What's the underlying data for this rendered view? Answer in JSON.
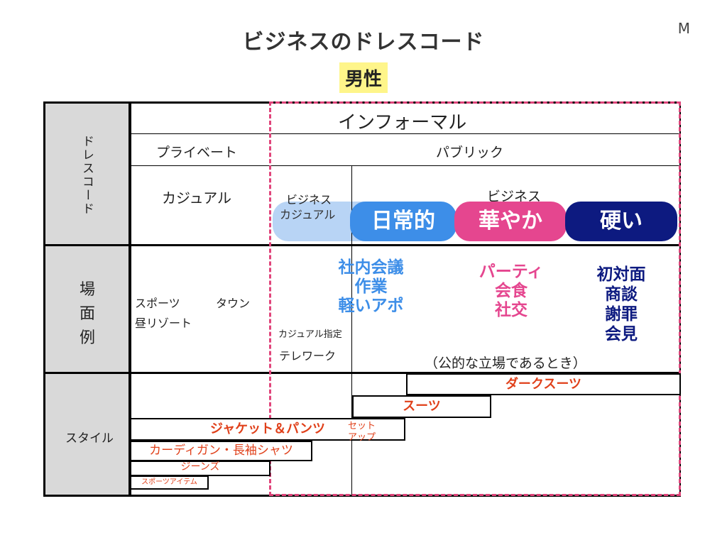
{
  "title": "ビジネスのドレスコード",
  "corner_label": "M",
  "subtitle": "男性",
  "row_headers": {
    "dresscode": "ドレスコード",
    "scene_1": "場",
    "scene_2": "面",
    "scene_3": "例",
    "style": "スタイル"
  },
  "informal": "インフォーマル",
  "private": "プライベート",
  "public": "パブリック",
  "casual": "カジュアル",
  "biz_casual_1": "ビジネス",
  "biz_casual_2": "カジュアル",
  "business": "ビジネス",
  "pills": {
    "daily": "日常的",
    "gorgeous": "華やか",
    "formal": "硬い"
  },
  "scenes": {
    "private_1": "スポーツ",
    "private_2": "タウン",
    "private_3": "昼リゾート",
    "bizcas_1": "カジュアル指定",
    "bizcas_2": "テレワーク",
    "daily": [
      "社内会議",
      "作業",
      "軽いアポ"
    ],
    "gorgeous": [
      "パーティ",
      "会食",
      "社交"
    ],
    "formal": [
      "初対面",
      "商談",
      "謝罪",
      "会見"
    ],
    "note": "（公的な立場であるとき）"
  },
  "styles": {
    "dark_suit": "ダークスーツ",
    "suit": "スーツ",
    "jacket_pants": "ジャケット＆パンツ",
    "setup_1": "セット",
    "setup_2": "アップ",
    "cardigan": "カーディガン・長袖シャツ",
    "jeans": "ジーンズ",
    "sports_item": "スポーツアイテム"
  },
  "colors": {
    "daily": "#3d8ee8",
    "gorgeous": "#e5468f",
    "formal": "#0d1a80",
    "biz_casual": "#b8d4f5",
    "style_text": "#e0401a",
    "dashed": "#e0457b"
  }
}
